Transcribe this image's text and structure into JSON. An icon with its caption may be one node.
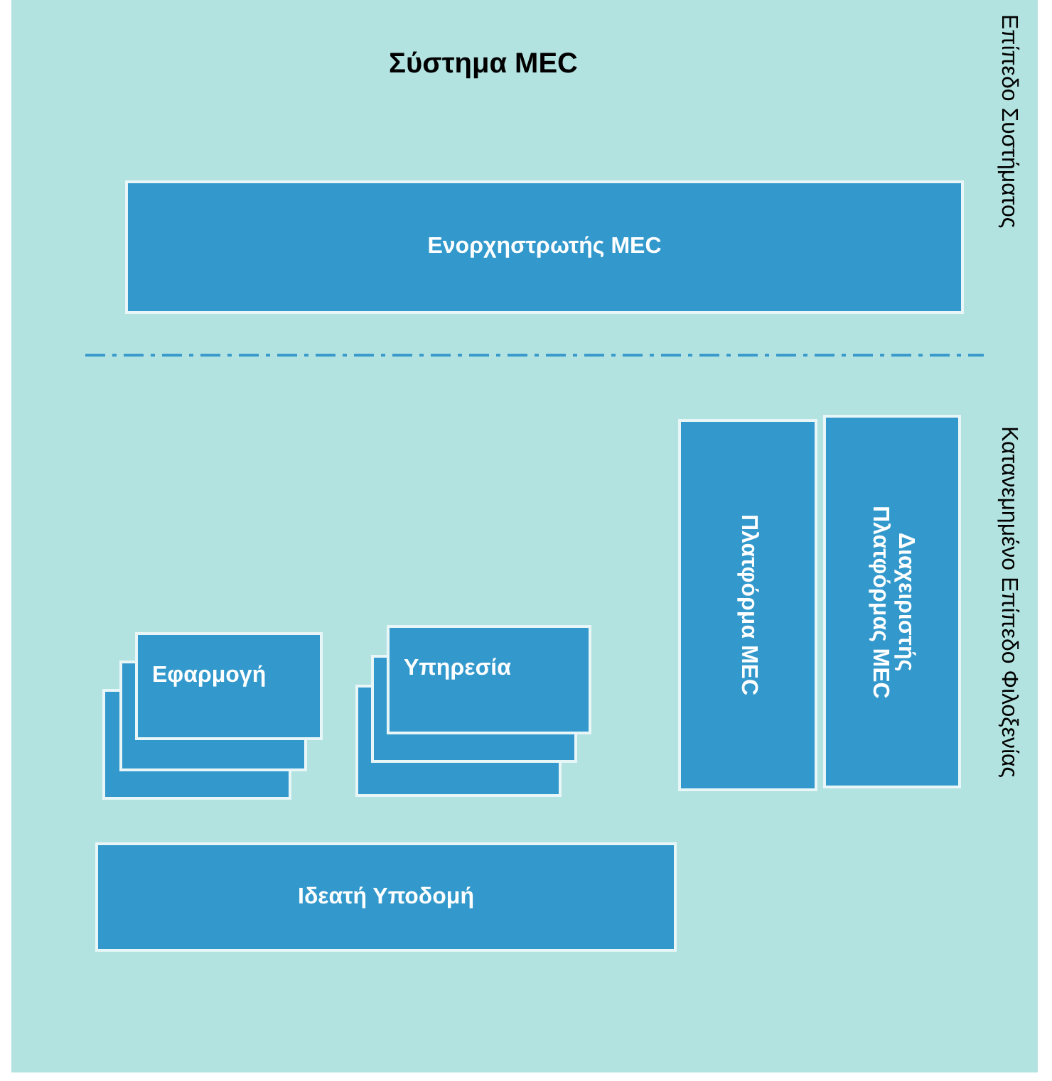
{
  "diagram": {
    "title": "Σύστημα MEC",
    "nodes": [
      {
        "text": [
          "Ενορχηστρωτής MEC"
        ]
      },
      {
        "text": [
          "Πλατφόρμα MEC"
        ]
      },
      {
        "text": [
          "Διαχειριστής Πλατφόρμας MEC"
        ]
      },
      {
        "text": [
          "Εφαρμογή"
        ]
      },
      {
        "text": [
          "Υπηρεσία"
        ]
      },
      {
        "text": [
          "Ιδεατή Υποδομή"
        ]
      }
    ],
    "edges": [],
    "labels": [
      "Επίπεδο Συστήματος",
      "Κατανεμημένο Επίπεδο Φιλοξενίας"
    ]
  }
}
